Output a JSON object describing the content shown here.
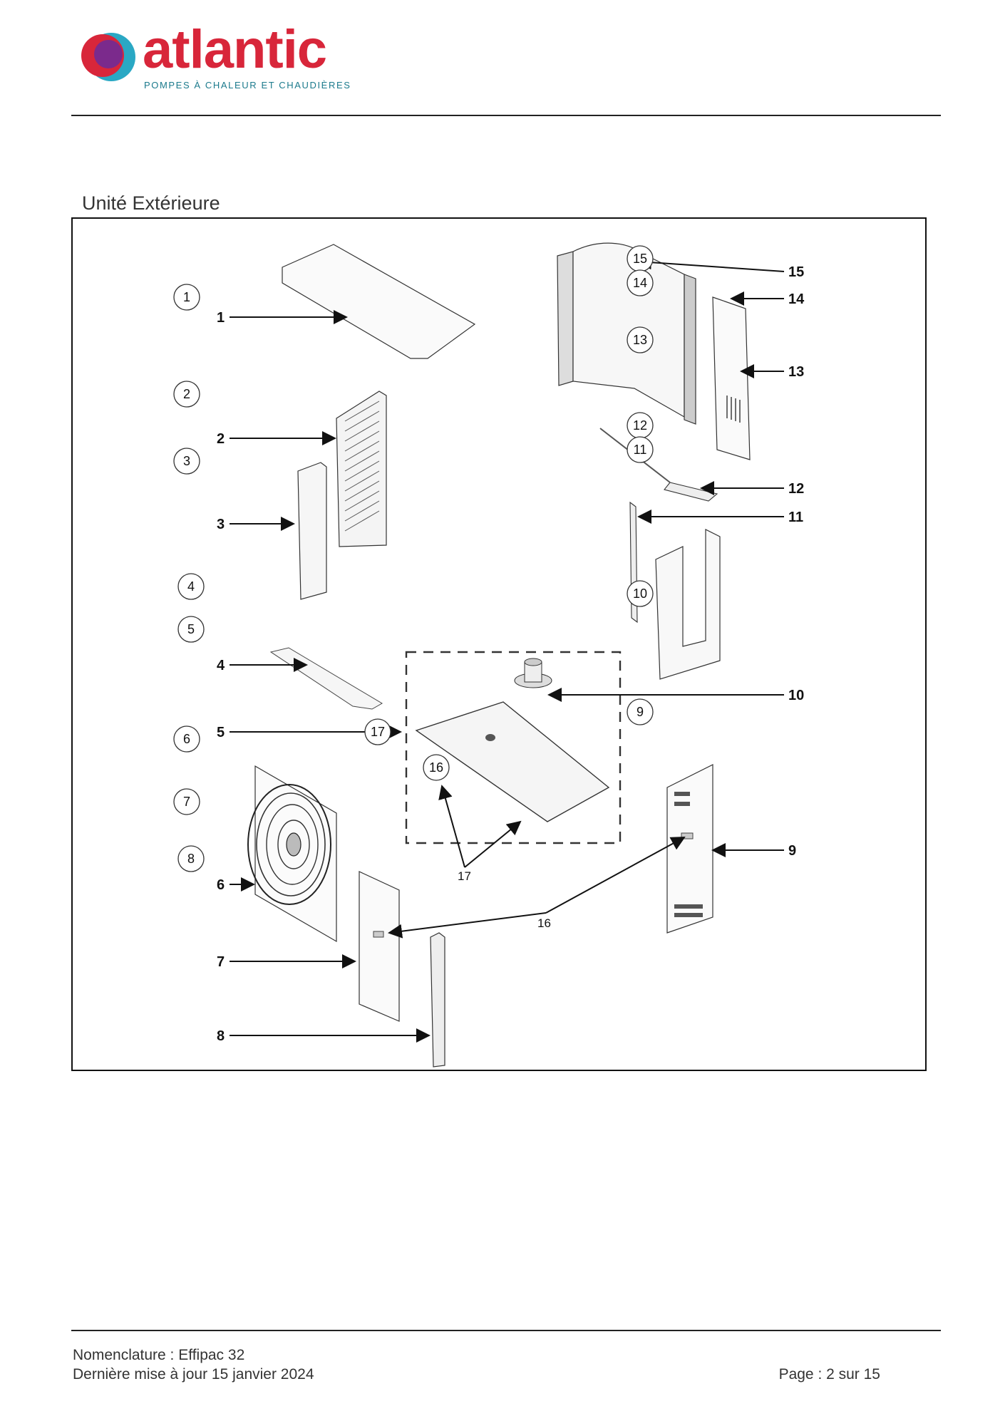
{
  "header": {
    "brand": "atlantic",
    "tagline": "POMPES À CHALEUR ET CHAUDIÈRES",
    "logo_colors": [
      "#d8263a",
      "#7b2a8c",
      "#2aa8c4"
    ]
  },
  "section": {
    "title": "Unité Extérieure"
  },
  "figure": {
    "left_column_circles": [
      "1",
      "2",
      "3",
      "4",
      "5",
      "6",
      "7",
      "8"
    ],
    "right_circles": [
      "15",
      "14",
      "13",
      "12",
      "11",
      "10",
      "9",
      "17",
      "16"
    ],
    "callouts_left": [
      "1",
      "2",
      "3",
      "4",
      "5",
      "6",
      "7",
      "8"
    ],
    "callouts_right": [
      "15",
      "14",
      "13",
      "12",
      "11",
      "10",
      "9"
    ],
    "free_labels": [
      "17",
      "16"
    ]
  },
  "footer": {
    "line1": "Nomenclature : Effipac 32",
    "line2": "Dernière mise à jour 15 janvier 2024",
    "page": "Page : 2 sur 15"
  }
}
